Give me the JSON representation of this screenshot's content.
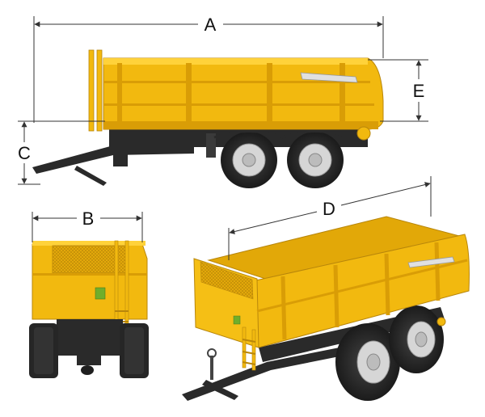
{
  "labels": {
    "a": "A",
    "b": "B",
    "c": "C",
    "d": "D",
    "e": "E"
  },
  "colors": {
    "body_yellow": "#f2b90f",
    "body_shade": "#d99d06",
    "body_light": "#ffd23a",
    "chassis_dark": "#2a2a2a",
    "tire_black": "#262626",
    "rim_silver": "#d6d6d6",
    "dimension_line": "#333333"
  }
}
